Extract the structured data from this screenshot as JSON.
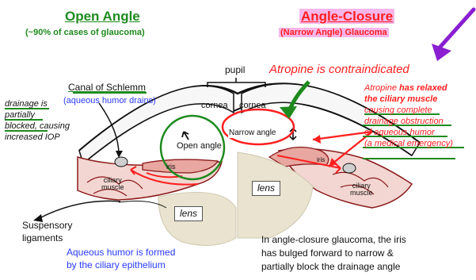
{
  "titles": {
    "open": "Open Angle",
    "open_sub": "(~90% of cases of glaucoma)",
    "closure": "Angle-Closure",
    "closure_sub": "(Narrow Angle) Glaucoma"
  },
  "labels": {
    "pupil": "pupil",
    "canal": "Canal of Schlemm",
    "aqueous_drains": "(aqueous humor drains)",
    "drainage_1": "drainage is",
    "drainage_2": "partially",
    "drainage_3": "blocked,",
    "drainage_4": "causing",
    "drainage_5": "increased IOP",
    "cornea_left": "cornea",
    "cornea_right": "cornea",
    "open_angle": "Open angle",
    "narrow_angle": "Narrow angle",
    "iris_left": "iris",
    "iris_right": "iris",
    "ciliary_left_1": "ciliary",
    "ciliary_left_2": "muscle",
    "ciliary_right_1": "ciliary",
    "ciliary_right_2": "muscle",
    "lens_left": "lens",
    "lens_right": "lens",
    "suspensory_1": "Suspensory",
    "suspensory_2": "ligaments",
    "aqueous_formed_1": "Aqueous humor is formed",
    "aqueous_formed_2": "by the ciliary epithelium",
    "closure_note_1": "In angle-closure glaucoma, the iris",
    "closure_note_2": "has bulged forward to narrow &",
    "closure_note_3": "partially block the drainage angle"
  },
  "atropine": {
    "contra": "Atropine is contraindicated",
    "line1_a": "Atropine",
    "line1_b": "has relaxed",
    "line2": "the ciliary muscle",
    "line3": "causing complete",
    "line4": "drainage obstruction",
    "line5": "of aqueous humor",
    "line6": "(a medical emergency)"
  },
  "colors": {
    "red": "#ff1f1f",
    "green": "#1e8a1e",
    "blue": "#2a3bff",
    "highlight": "#f6b6ea",
    "arrow_purple": "#8a1fd1",
    "lens_fill": "#e9e3cf"
  }
}
